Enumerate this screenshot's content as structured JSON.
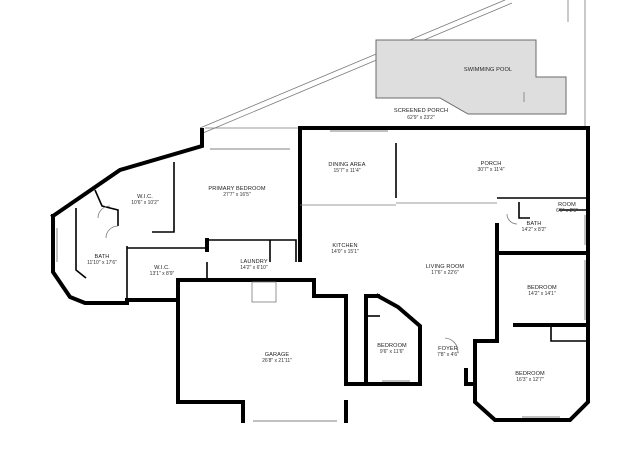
{
  "floor_plan": {
    "rooms": [
      {
        "id": "swimming-pool",
        "name": "SWIMMING POOL",
        "dim": ""
      },
      {
        "id": "screened-porch",
        "name": "SCREENED PORCH",
        "dim": "62'9\" x 23'2\""
      },
      {
        "id": "porch",
        "name": "PORCH",
        "dim": "30'7\" x 11'4\""
      },
      {
        "id": "dining-area",
        "name": "DINING AREA",
        "dim": "15'7\" x 11'4\""
      },
      {
        "id": "primary-bedroom",
        "name": "PRIMARY BEDROOM",
        "dim": "27'7\" x 16'5\""
      },
      {
        "id": "wic-1",
        "name": "W.I.C.",
        "dim": "10'6\" x 10'2\""
      },
      {
        "id": "bath-1",
        "name": "BATH",
        "dim": "11'10\" x 17'6\""
      },
      {
        "id": "wic-2",
        "name": "W.I.C.",
        "dim": "13'1\" x 8'9\""
      },
      {
        "id": "laundry",
        "name": "LAUNDRY",
        "dim": "14'2\" x 6'10\""
      },
      {
        "id": "kitchen",
        "name": "KITCHEN",
        "dim": "14'0\" x 15'1\""
      },
      {
        "id": "living-room",
        "name": "LIVING ROOM",
        "dim": "17'6\" x 22'6\""
      },
      {
        "id": "room",
        "name": "ROOM",
        "dim": "6'6\" x 2'5\""
      },
      {
        "id": "bath-2",
        "name": "BATH",
        "dim": "14'2\" x 8'2\""
      },
      {
        "id": "bedroom-1",
        "name": "BEDROOM",
        "dim": "14'2\" x 14'1\""
      },
      {
        "id": "garage",
        "name": "GARAGE",
        "dim": "26'8\" x 21'11\""
      },
      {
        "id": "bedroom-2",
        "name": "BEDROOM",
        "dim": "9'6\" x 11'6\""
      },
      {
        "id": "foyer",
        "name": "FOYER",
        "dim": "7'8\" x 4'6\""
      },
      {
        "id": "bedroom-3",
        "name": "BEDROOM",
        "dim": "16'3\" x 12'7\""
      }
    ]
  }
}
